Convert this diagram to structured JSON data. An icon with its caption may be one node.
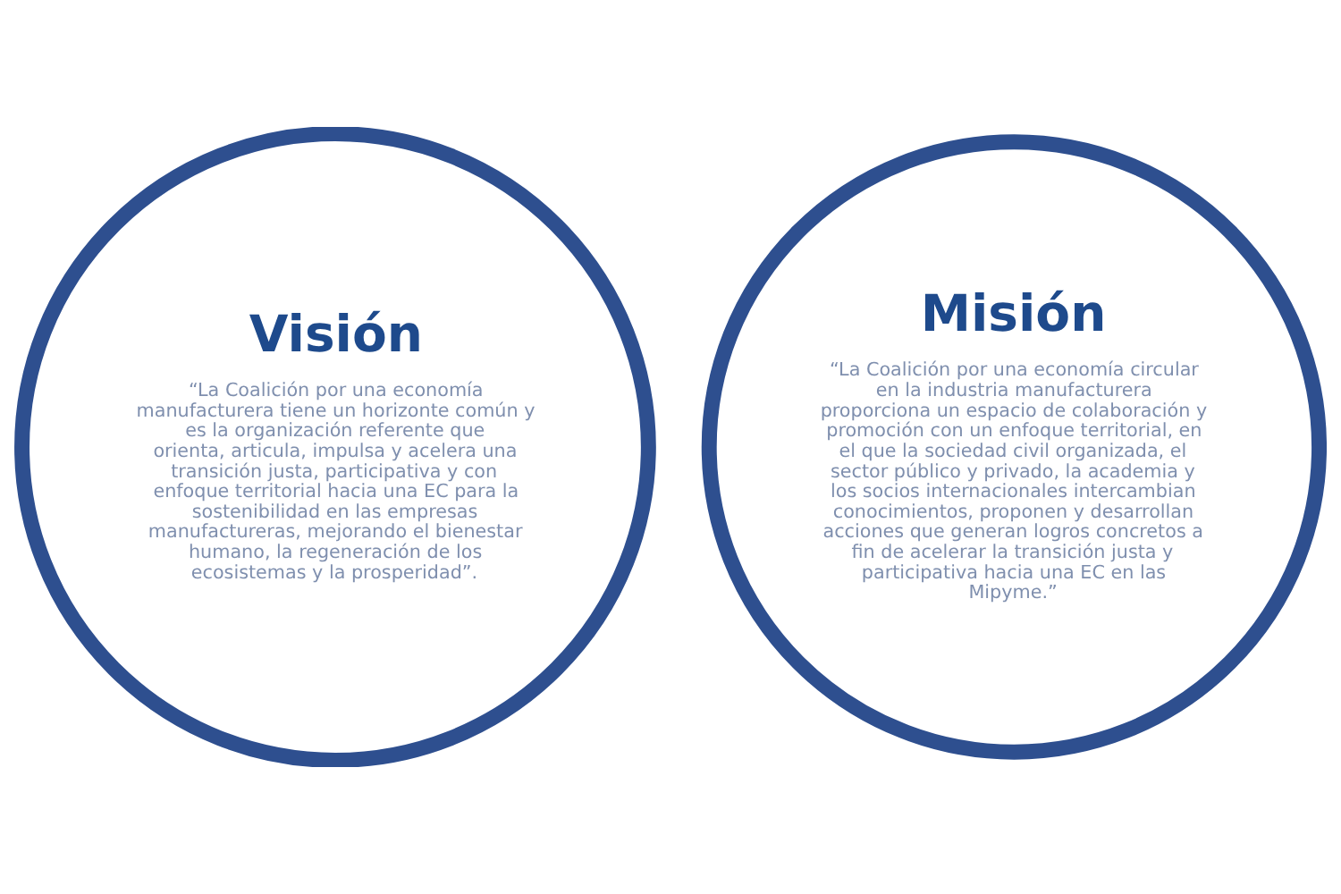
{
  "diagram": {
    "nodes": [
      {
        "text": [
          "Visión",
          "“La Coalición por una economía manufacturera tiene un horizonte común y es la organización referente que orienta, articula, impulsa y acelera una transición justa, participativa y con enfoque territorial hacia una EC para la sostenibilidad en las empresas manufactureras, mejorando el bienestar humano, la regeneración de los ecosistemas y la prosperidad”."
        ]
      },
      {
        "text": [
          "Misión",
          "“La Coalición por una economía circular en la industria manufacturera proporciona un espacio de colaboración y promoción con un enfoque territorial, en el que la sociedad civil organizada, el sector público y privado, la academia y los socios internacionales intercambian conocimientos, proponen y desarrollan acciones que generan logros concretos a fin de acelerar la transición justa y participativa hacia una EC en las Mipyme.”"
        ]
      }
    ]
  }
}
